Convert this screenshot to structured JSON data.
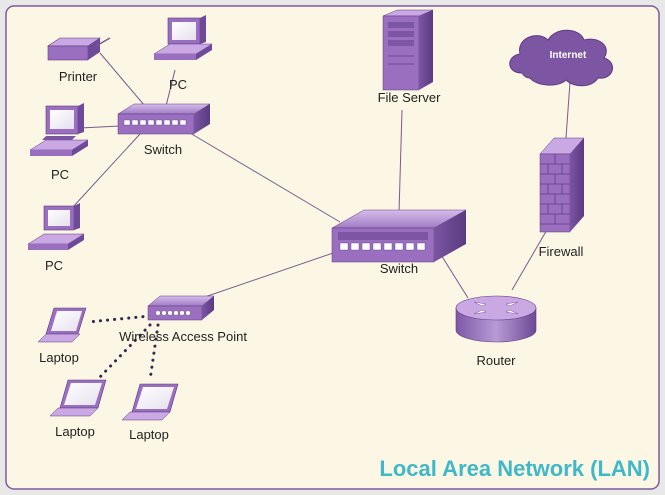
{
  "diagram": {
    "title": "Local Area Network (LAN)",
    "colors": {
      "background": "#fbf7e4",
      "border": "#7e5a9b",
      "device": "#9b6fc0",
      "device_dark": "#5e3b82",
      "device_light": "#c9a8e4",
      "title": "#3fb8c8",
      "link": "#7a5a90"
    },
    "labels": {
      "printer": "Printer",
      "pc_top": "PC",
      "pc_left": "PC",
      "pc_bottom": "PC",
      "switch_small": "Switch",
      "switch_big": "Switch",
      "file_server": "File Server",
      "internet": "Internet",
      "firewall": "Firewall",
      "router": "Router",
      "wap": "Wireless Access Point",
      "laptop_left": "Laptop",
      "laptop_bottom_left": "Laptop",
      "laptop_bottom_right": "Laptop"
    }
  }
}
